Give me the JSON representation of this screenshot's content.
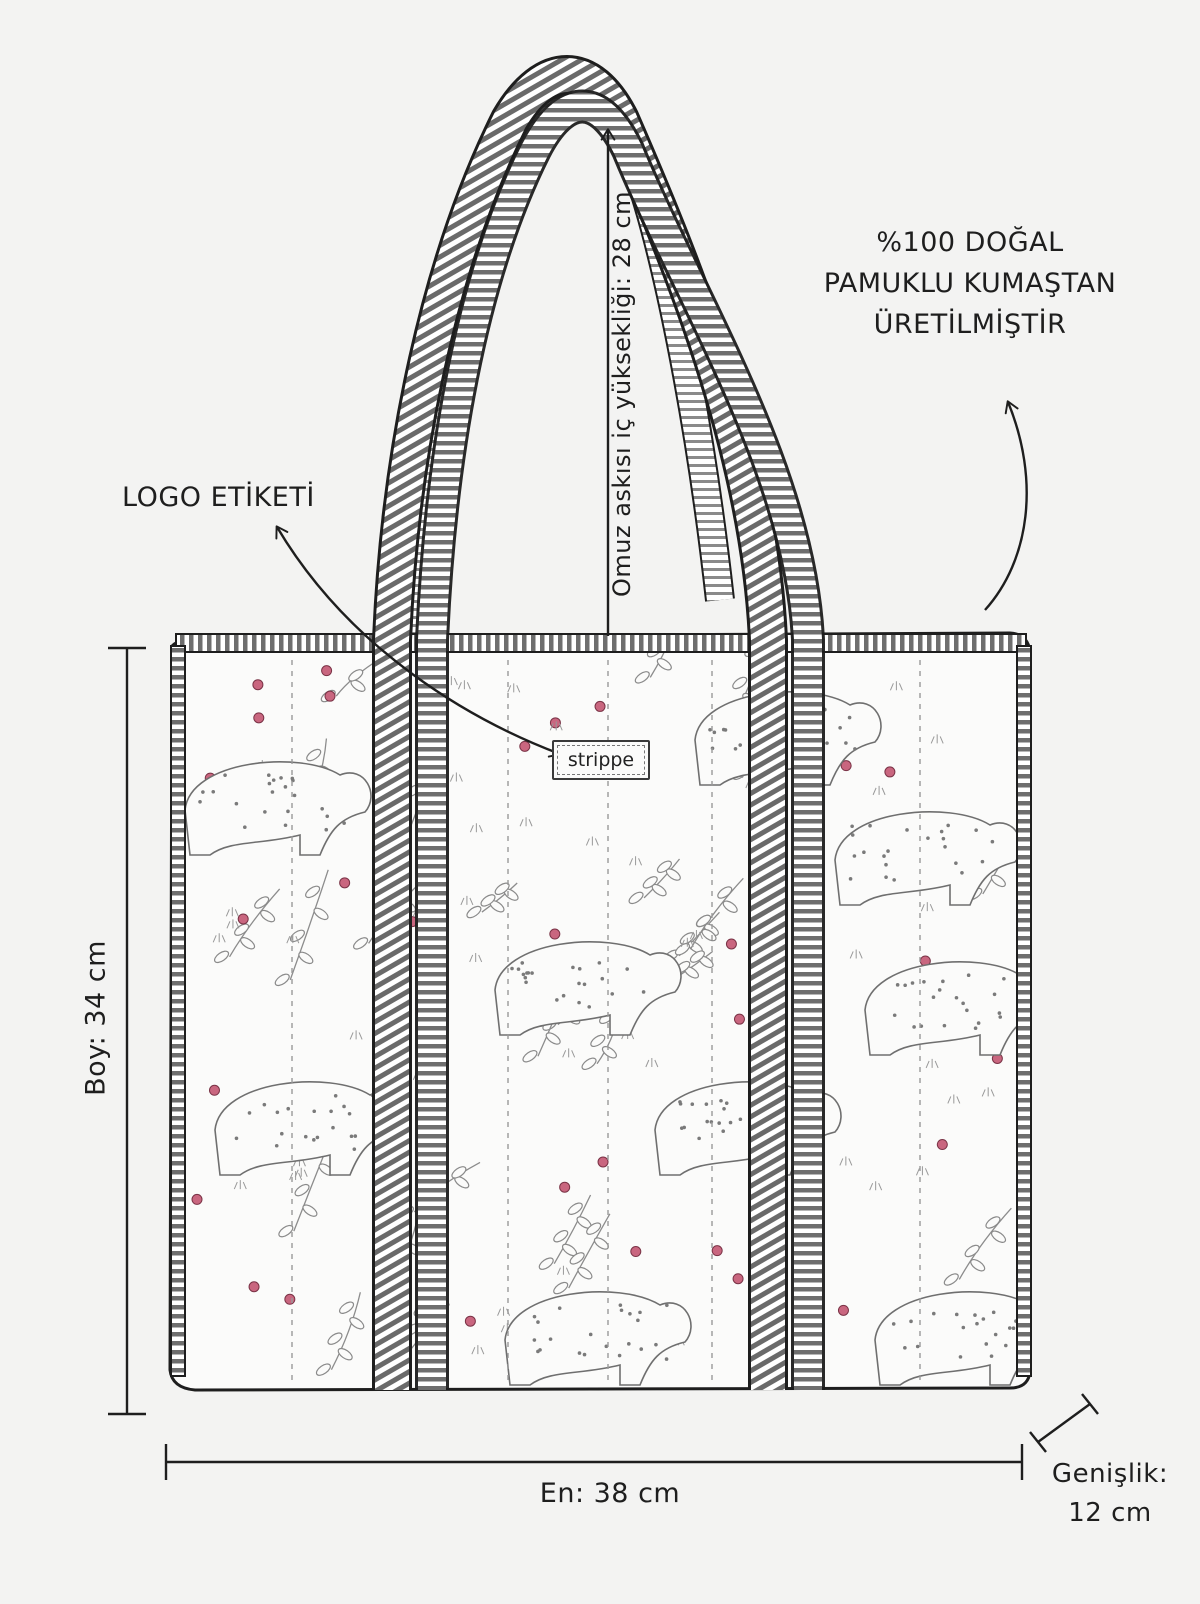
{
  "labels": {
    "logo": "LOGO ETİKETİ",
    "material": [
      "%100 DOĞAL",
      "PAMUKLU KUMAŞTAN",
      "ÜRETİLMİŞTİR"
    ],
    "strap_height": "Omuz askısı iç yüksekliği: 28 cm",
    "height": "Boy: 34 cm",
    "width": "En: 38 cm",
    "depth": [
      "Genişlik:",
      "12 cm"
    ]
  },
  "logo_tag_text": "strippe",
  "colors": {
    "background": "#f3f3f2",
    "ink": "#1e1e1e",
    "stripe": "#6e6e6e",
    "berry": "#c9667f"
  }
}
